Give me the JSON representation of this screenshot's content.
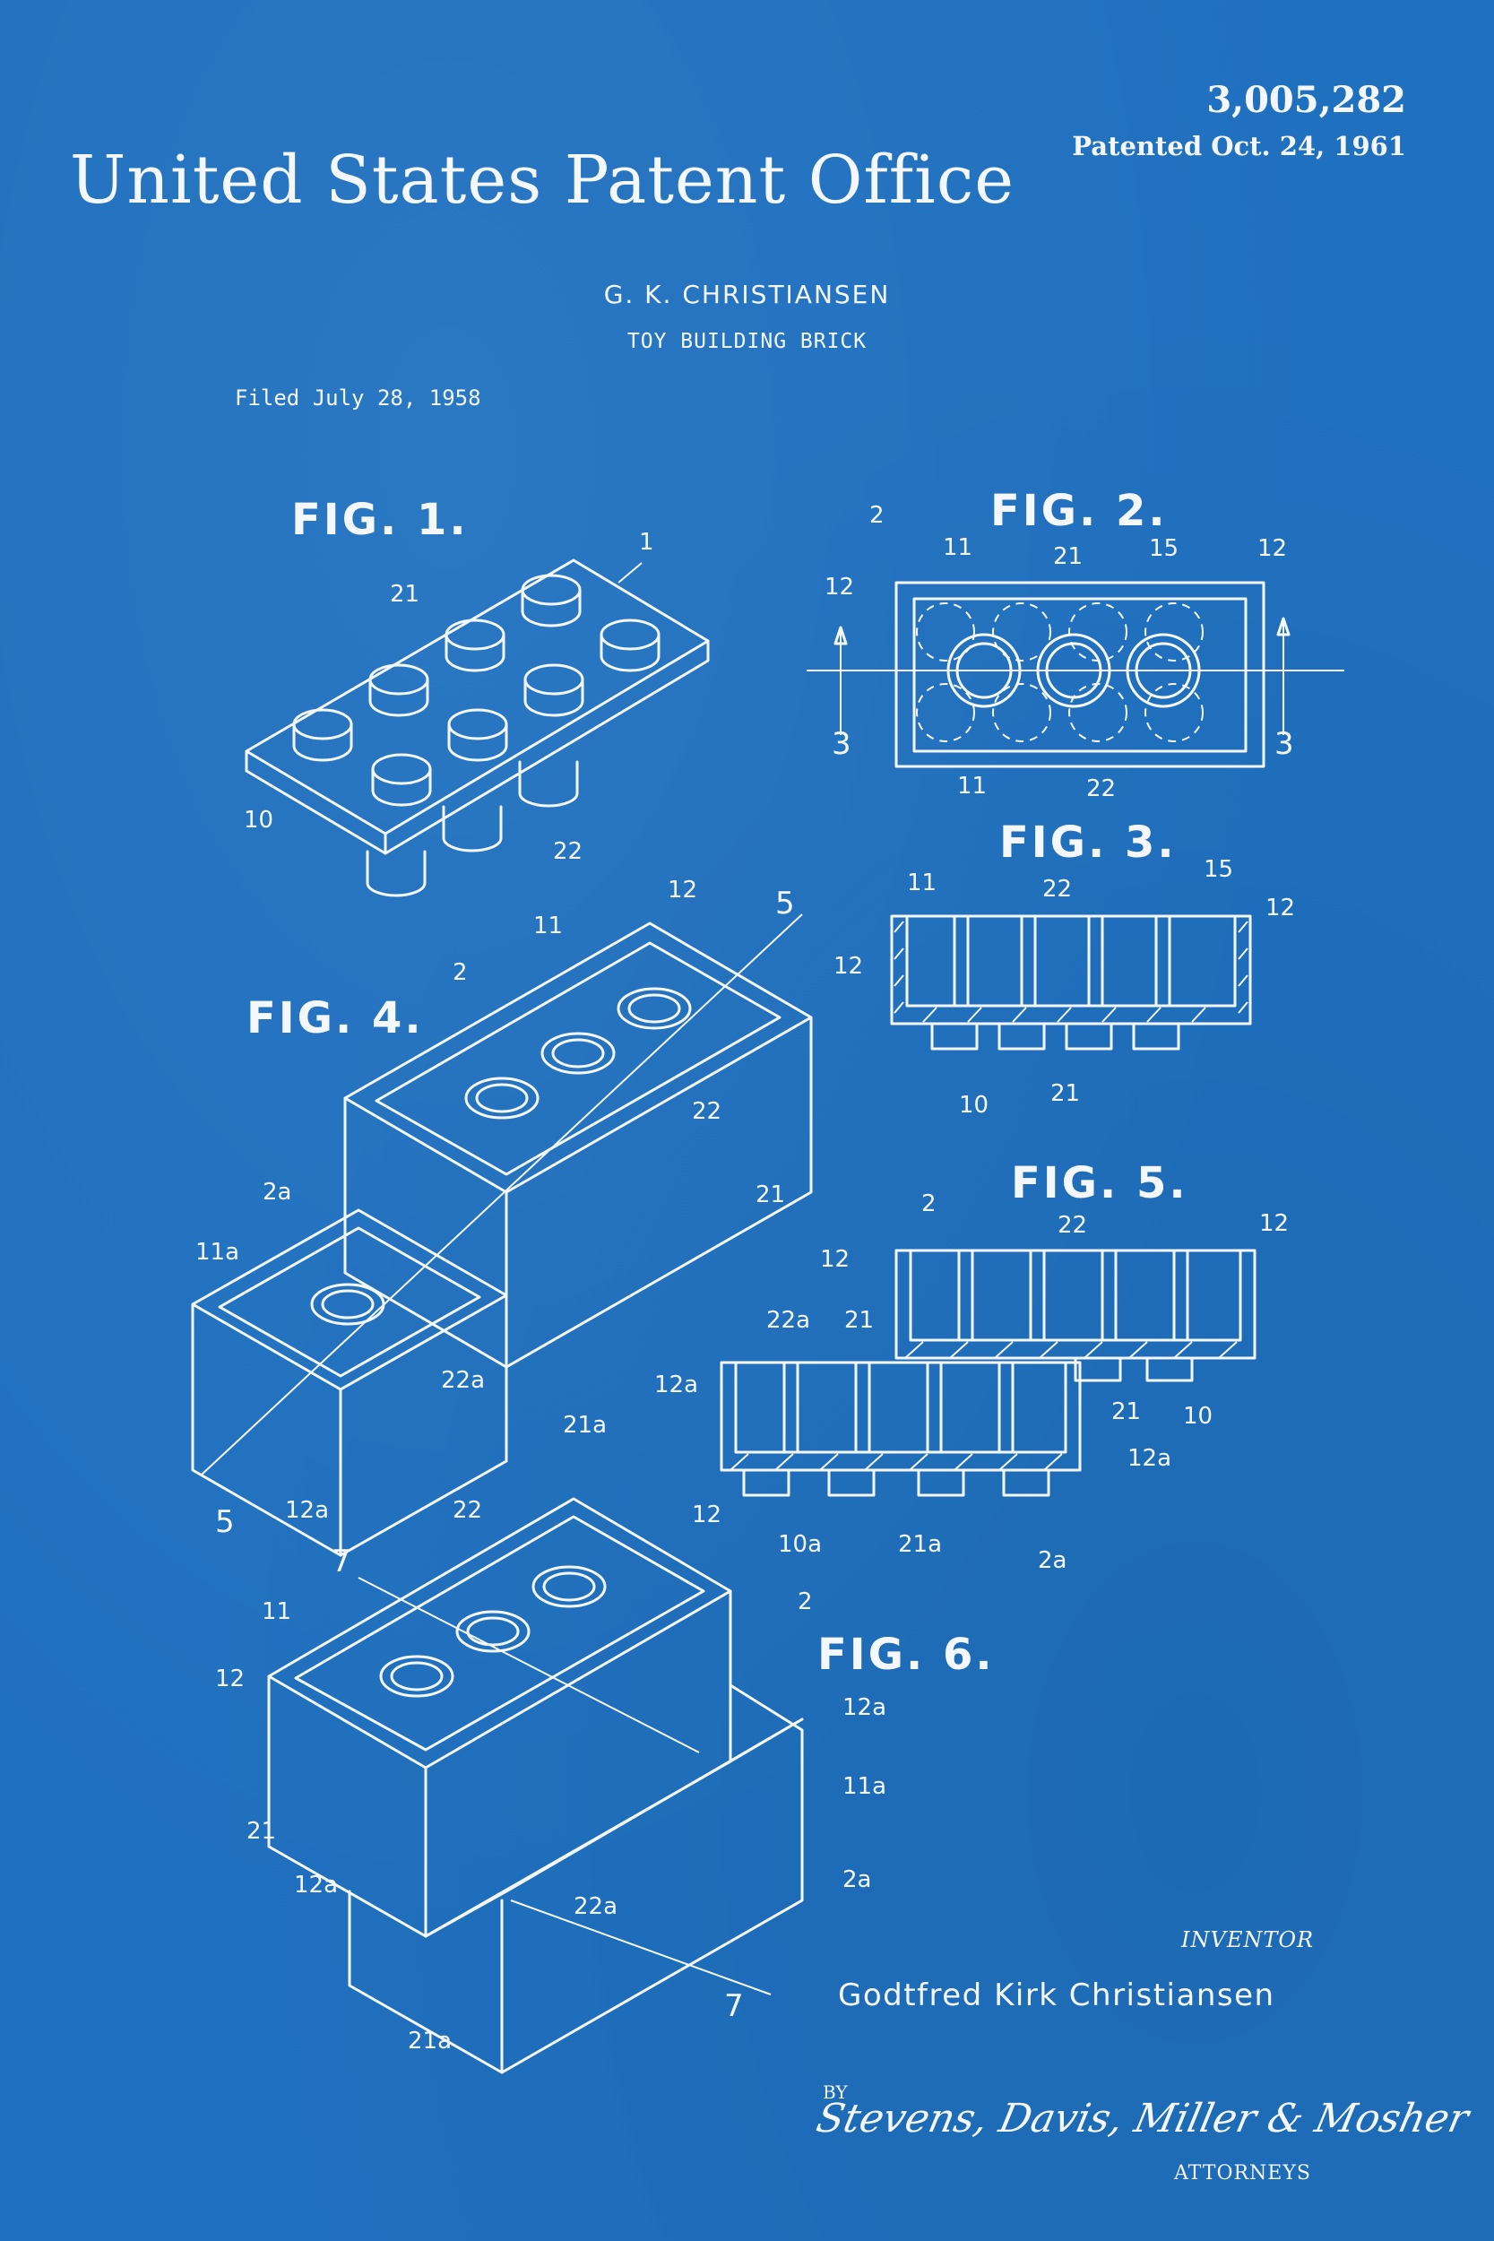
{
  "header": {
    "office_title": "United States Patent Office",
    "patent_number": "3,005,282",
    "patent_date": "Patented Oct. 24, 1961",
    "inventor_header": "G. K. CHRISTIANSEN",
    "invention_title": "TOY BUILDING BRICK",
    "filed_date": "Filed July 28, 1958"
  },
  "figures": {
    "fig1": "FIG. 1.",
    "fig2": "FIG. 2.",
    "fig3": "FIG. 3.",
    "fig4": "FIG. 4.",
    "fig5": "FIG. 5.",
    "fig6": "FIG. 6."
  },
  "reference_labels": {
    "fig1": [
      "1",
      "21",
      "10",
      "22"
    ],
    "fig2": [
      "2",
      "11",
      "21",
      "15",
      "12",
      "12",
      "3",
      "3",
      "11",
      "22"
    ],
    "fig3": [
      "11",
      "22",
      "15",
      "12",
      "12",
      "10",
      "21"
    ],
    "fig4": [
      "12",
      "5",
      "11",
      "2",
      "22",
      "21",
      "2a",
      "11a",
      "22a",
      "21a",
      "5",
      "12a"
    ],
    "fig5": [
      "2",
      "22",
      "12",
      "12",
      "22a",
      "21",
      "12a",
      "21",
      "10",
      "12a",
      "10a",
      "21a",
      "2a"
    ],
    "fig6": [
      "7",
      "22",
      "12",
      "11",
      "2",
      "12",
      "12a",
      "11a",
      "21",
      "12a",
      "2a",
      "22a",
      "7",
      "21a"
    ]
  },
  "footer": {
    "inventor_label": "INVENTOR",
    "inventor_name": "Godtfred Kirk Christiansen",
    "by_label": "BY",
    "attorney_signature": "Stevens, Davis, Miller & Mosher",
    "attorneys_label": "ATTORNEYS"
  },
  "colors": {
    "background": "#1f70bf",
    "ink": "#f4f8fc"
  }
}
